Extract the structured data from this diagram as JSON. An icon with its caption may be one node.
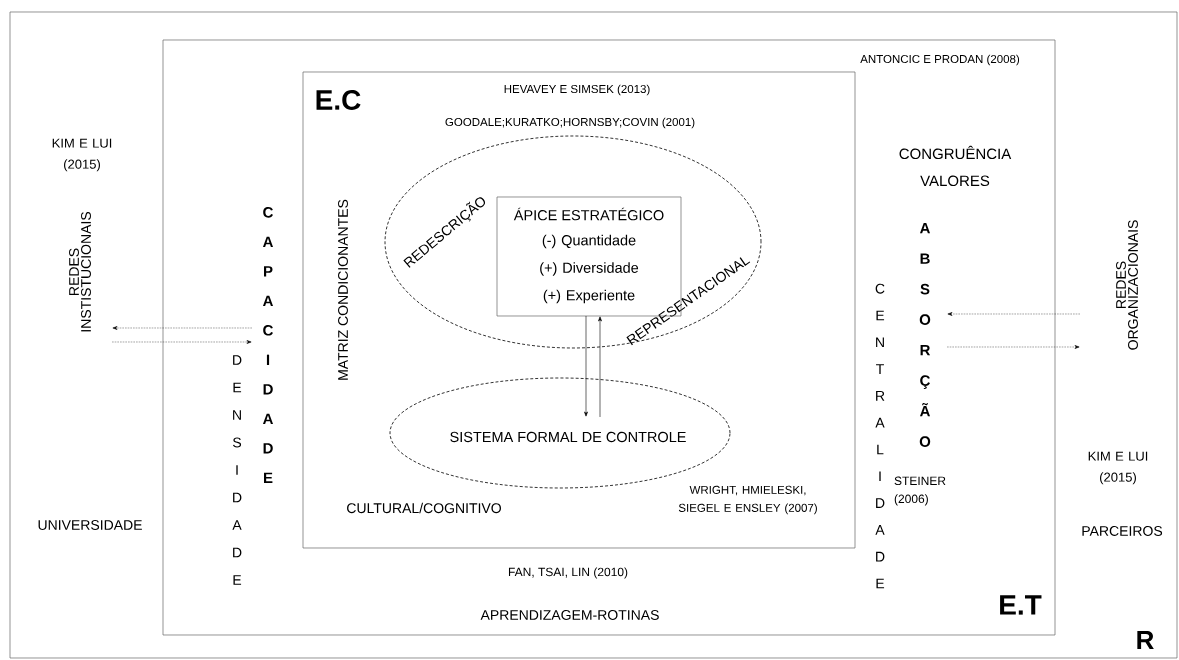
{
  "diagram": {
    "nodes": [
      {
        "text": [
          "R"
        ]
      },
      {
        "text": [
          "E.T"
        ],
        "in": 0
      },
      {
        "text": [
          "E.C"
        ],
        "in": 1
      },
      {
        "text": [
          "REDESCRIÇÃO",
          "REPRESENTACIONAL"
        ],
        "in": 2
      },
      {
        "text": [
          "ÁPICE ESTRATÉGICO",
          "(-) Quantidade (+) Diversidade (+) Experiente"
        ],
        "in": 3
      },
      {
        "text": [
          "SISTEMA FORMAL DE CONTROLE"
        ],
        "in": 2
      },
      {
        "text": [
          "REDES INSTISTUCIONAIS"
        ],
        "in": 0
      },
      {
        "text": [
          "CAPACIDADE"
        ],
        "in": 1
      },
      {
        "text": [
          "ABSORÇÃO"
        ],
        "in": 1
      },
      {
        "text": [
          "REDES ORGANIZACIONAIS"
        ],
        "in": 0
      }
    ],
    "edges": [
      {
        "from": 7,
        "to": 6,
        "arrow": "to",
        "style": "dashed"
      },
      {
        "from": 6,
        "to": 7,
        "arrow": "to",
        "style": "dashed"
      },
      {
        "from": 9,
        "to": 8,
        "arrow": "to",
        "style": "dashed"
      },
      {
        "from": 8,
        "to": 9,
        "arrow": "to",
        "style": "dashed"
      },
      {
        "from": 4,
        "to": 5,
        "arrow": "to"
      },
      {
        "from": 5,
        "to": 4,
        "arrow": "to"
      }
    ],
    "labels": [
      "KIM E LUI (2015)",
      "UNIVERSIDADE",
      "DENSIDADE",
      "MATRIZ CONDICIONANTES",
      "HEVAVEY E SIMSEK (2013)",
      "GOODALE;KURATKO;HORNSBY;COVIN (2001)",
      "ANTONCIC E PRODAN (2008)",
      "CONGRUÊNCIA VALORES",
      "CENTRALIDADE",
      "STEINER (2006)",
      "KIM E LUI (2015)",
      "PARCEIROS",
      "CULTURAL/COGNITIVO",
      "WRIGHT, HMIELESKI, SIEGEL E ENSLEY (2007)",
      "FAN, TSAI, LIN (2010)",
      "APRENDIZAGEM-ROTINAS"
    ]
  }
}
